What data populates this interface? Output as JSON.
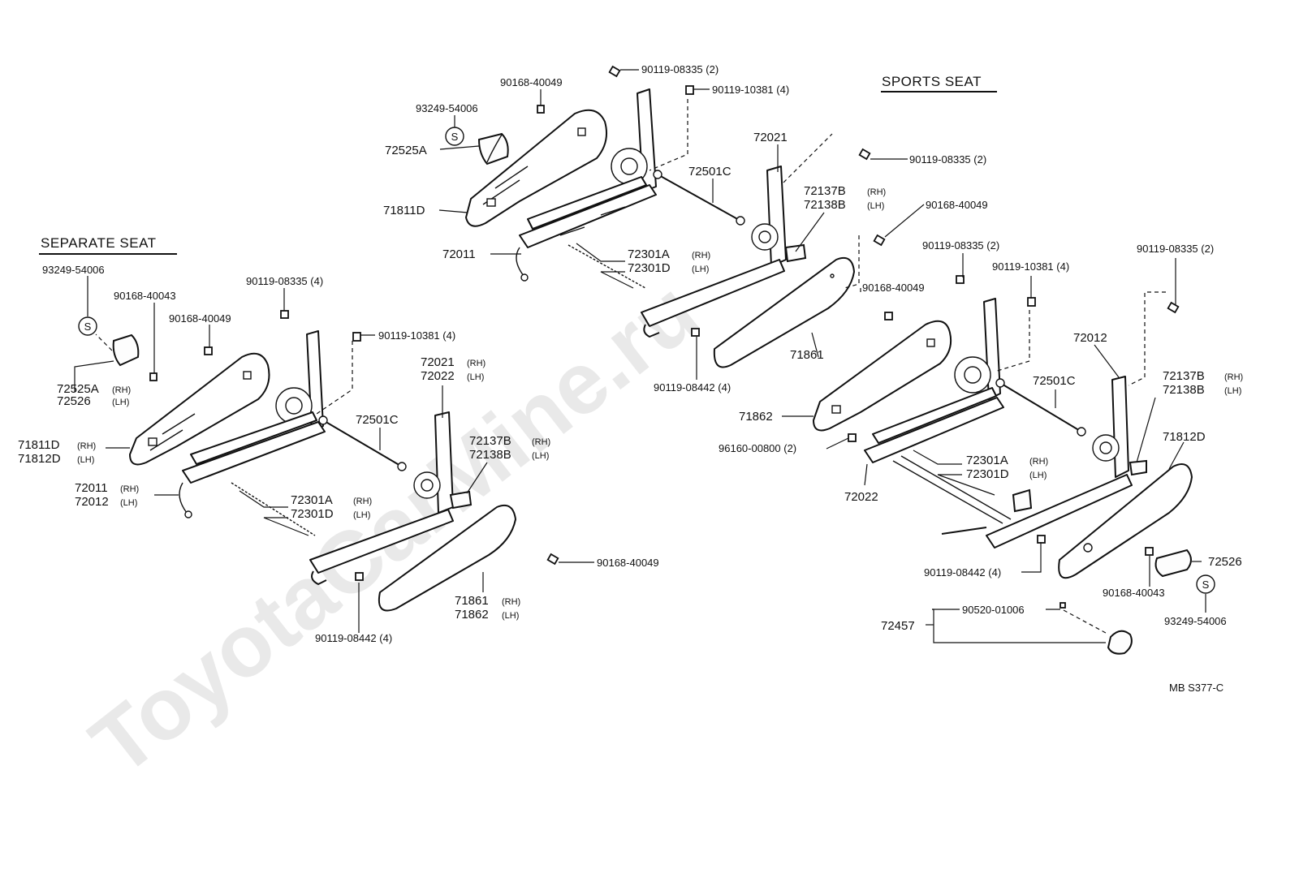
{
  "watermark": "ToyotaCarMine.ru",
  "headers": {
    "separate": "SEPARATE SEAT",
    "sports": "SPORTS SEAT"
  },
  "diagram_code": "MB  S377-C",
  "s_symbol": "S",
  "suffix": {
    "rh": "(RH)",
    "lh": "(LH)"
  },
  "labels": {
    "sp_93249": "93249-54006",
    "sp_72525a": "72525A",
    "sp_90168_40049_top": "90168-40049",
    "sp_90119_08335_top": "90119-08335 (2)",
    "sp_90119_10381_top": "90119-10381 (4)",
    "sp_71811d": "71811D",
    "sp_72011": "72011",
    "sp_72021": "72021",
    "sp_72501c": "72501C",
    "sp_72137b": "72137B",
    "sp_72138b": "72138B",
    "sp_72301a": "72301A",
    "sp_72301d": "72301D",
    "sp_90119_08335_mid": "90119-08335 (2)",
    "sp_90168_40049_mid": "90168-40049",
    "sp_90168_40049_side": "90168-40049",
    "sp_71861": "71861",
    "sp_90119_08442": "90119-08442 (4)",
    "sr_90119_08335_a": "90119-08335 (2)",
    "sr_90119_10381": "90119-10381 (4)",
    "sr_90119_08335_b": "90119-08335 (2)",
    "sr_72012": "72012",
    "sr_72501c": "72501C",
    "sr_72137b": "72137B",
    "sr_72138b": "72138B",
    "sr_71862": "71862",
    "sr_96160": "96160-00800 (2)",
    "sr_72301a": "72301A",
    "sr_72301d": "72301D",
    "sr_72022": "72022",
    "sr_71812d": "71812D",
    "sr_72526": "72526",
    "sr_90119_08442": "90119-08442 (4)",
    "sr_90168_40043": "90168-40043",
    "sr_93249": "93249-54006",
    "sr_90520": "90520-01006",
    "sr_72457": "72457",
    "sl_93249": "93249-54006",
    "sl_90168_40043": "90168-40043",
    "sl_90168_40049": "90168-40049",
    "sl_90119_08335": "90119-08335 (4)",
    "sl_90119_10381": "90119-10381 (4)",
    "sl_72525a": "72525A",
    "sl_72526": "72526",
    "sl_72021": "72021",
    "sl_72022": "72022",
    "sl_72501c": "72501C",
    "sl_72137b": "72137B",
    "sl_72138b": "72138B",
    "sl_71811d": "71811D",
    "sl_71812d": "71812D",
    "sl_72011": "72011",
    "sl_72012": "72012",
    "sl_72301a": "72301A",
    "sl_72301d": "72301D",
    "sl_90168_40049_b": "90168-40049",
    "sl_71861": "71861",
    "sl_71862": "71862",
    "sl_90119_08442": "90119-08442 (4)"
  }
}
